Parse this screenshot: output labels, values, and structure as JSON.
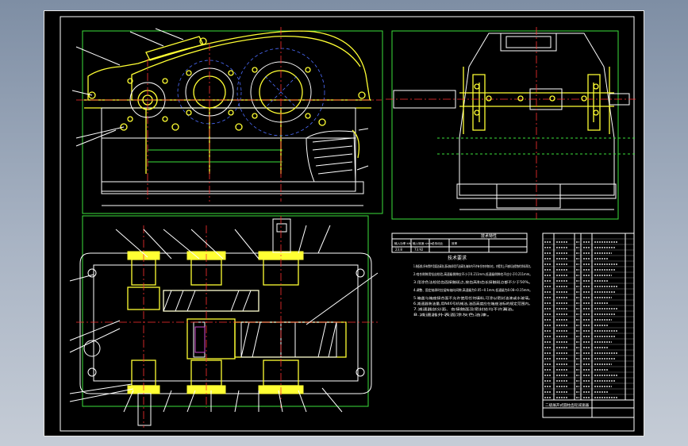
{
  "drawing": {
    "title_block_label": "二级展开式圆柱齿轮减速器",
    "tech_req_title": "技术要求",
    "char_table_header": "技术特性",
    "char_table_cols": [
      "输入功率 kW",
      "输入转速 r/min",
      "总传动比",
      "效率"
    ],
    "char_table_row": [
      "23.8",
      "73.92",
      "",
      ""
    ],
    "tech_req_lines": [
      "1.装配前,所有零件用煤油清洗,滚动轴承用汽油清洗,箱体内不许有任何杂物存在。内壁涂上不被机油侵蚀的涂料两次。",
      "2.啮合侧隙用铅丝检验,高速级侧隙应不小于0.211mm,低速级侧隙也不应小于0.211mm。",
      "3.用涂色法检验齿面接触斑点,按齿高和齿长接触斑点都不少于50%。",
      "4.调整、固定轴承时应留有轴向间隙,高速级为0.05~0.1mm,低速级为0.08~0.15mm。",
      "5.箱盖与箱座接合面不允许使用任何填料,可涂以密封油漆或水玻璃。",
      "6.减速器装油量,用N46号机械油,油面高度应在箱座油标的规定范围内。",
      "7.减速器剖分面、各接触面及密封处均不许漏油。",
      "8.减速器外表面涂灰色油漆。"
    ],
    "colors": {
      "yellow": "#ffff33",
      "green": "#3be03b",
      "white": "#ffffff",
      "red": "#ff3030",
      "cyan": "#39e7e7",
      "blue": "#4d6dff"
    }
  }
}
